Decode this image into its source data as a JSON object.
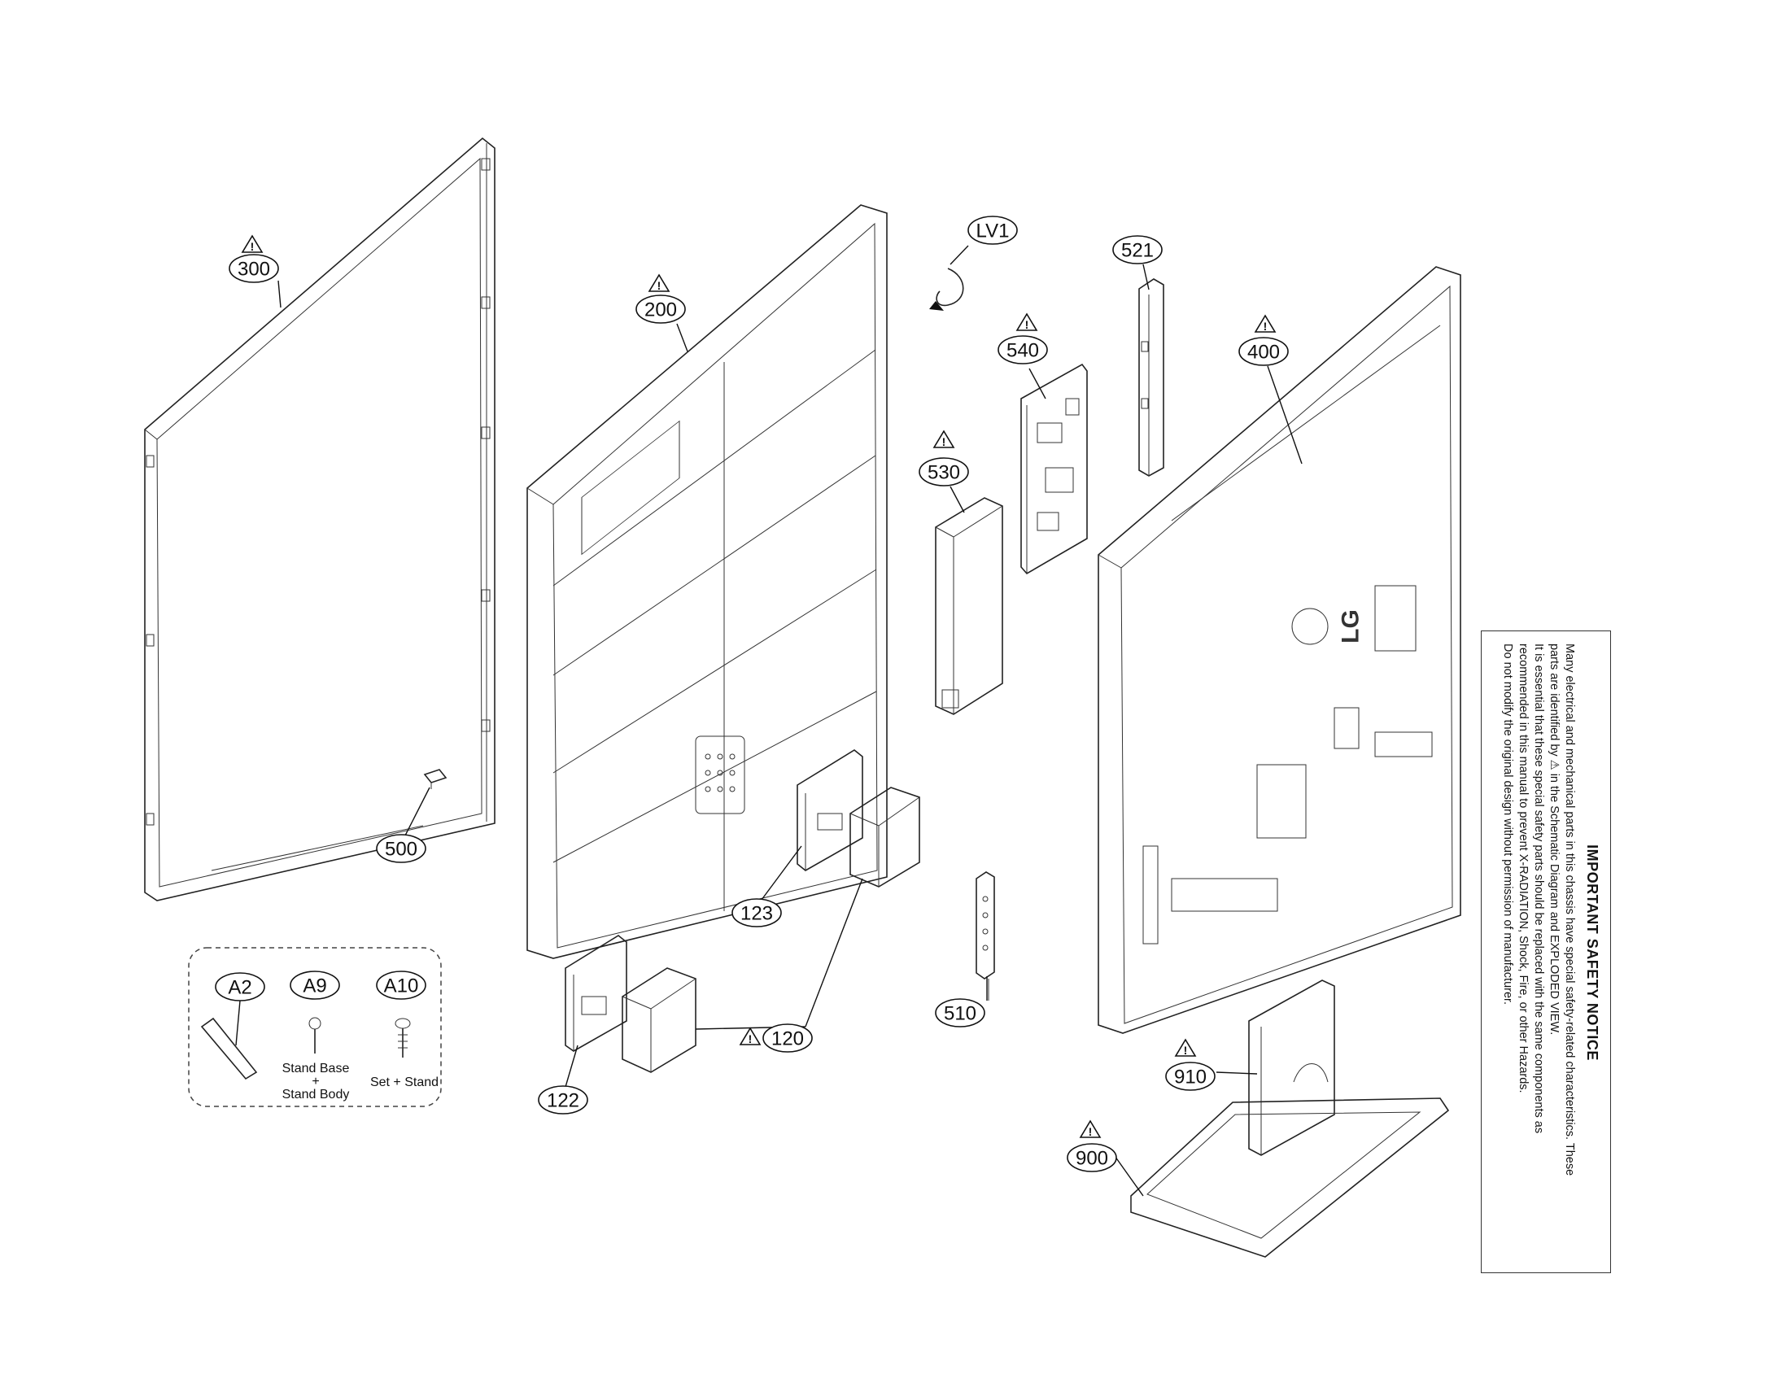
{
  "callouts": {
    "c300": "300",
    "c200": "200",
    "cLV1": "LV1",
    "c521": "521",
    "c540": "540",
    "c400": "400",
    "c530": "530",
    "c500": "500",
    "c123": "123",
    "c120": "120",
    "c122": "122",
    "c510": "510",
    "c910": "910",
    "c900": "900",
    "cA2": "A2",
    "cA9": "A9",
    "cA10": "A10"
  },
  "screw_labels": {
    "a9_line1": "Stand Base",
    "a9_plus": "+",
    "a9_line2": "Stand Body",
    "a10_line1": "Set + Stand"
  },
  "part_markings": {
    "brand_logo": "LG"
  },
  "notice": {
    "title": "IMPORTANT SAFETY NOTICE",
    "lines": [
      "Many electrical and mechanical parts in this chassis have special safety-related characteristics. These",
      "parts are identified by ⚠ in the Schematic Diagram and EXPLODED VIEW.",
      "It is essential that these special safety parts should be replaced with the same components as",
      "recommended in this manual to prevent X-RADIATION, Shock, Fire, or other Hazards.",
      "Do not modify the original design without permission of manufacturer."
    ]
  }
}
